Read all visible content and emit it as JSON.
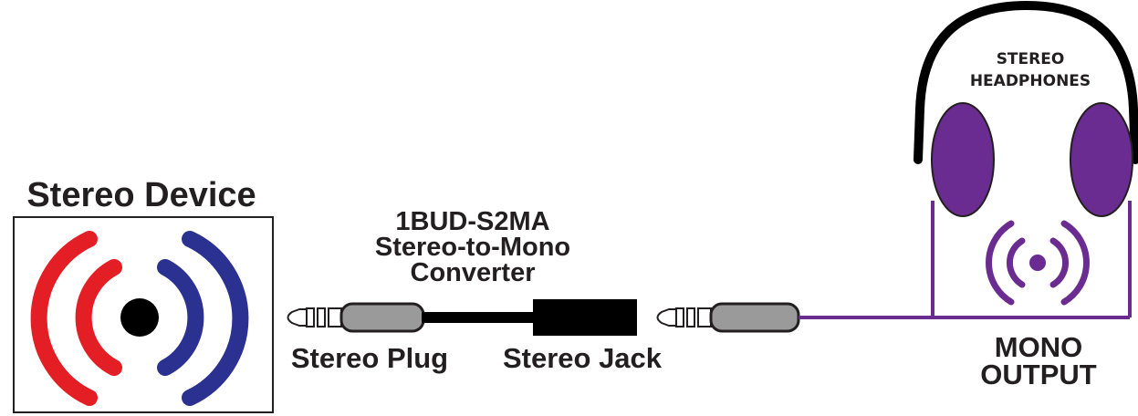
{
  "device": {
    "title": "Stereo Device"
  },
  "converter": {
    "model": "1BUD-S2MA",
    "line1": "Stereo-to-Mono",
    "line2": "Converter"
  },
  "labels": {
    "stereo_plug": "Stereo Plug",
    "stereo_jack": "Stereo Jack"
  },
  "headphones": {
    "line1": "STEREO",
    "line2": "HEADPHONES"
  },
  "output": {
    "line1": "MONO",
    "line2": "OUTPUT"
  },
  "colors": {
    "red": "#e31e24",
    "blue": "#2b3190",
    "purple": "#6b2c91",
    "black": "#000000",
    "plug_gray": "#9a9a9a"
  }
}
